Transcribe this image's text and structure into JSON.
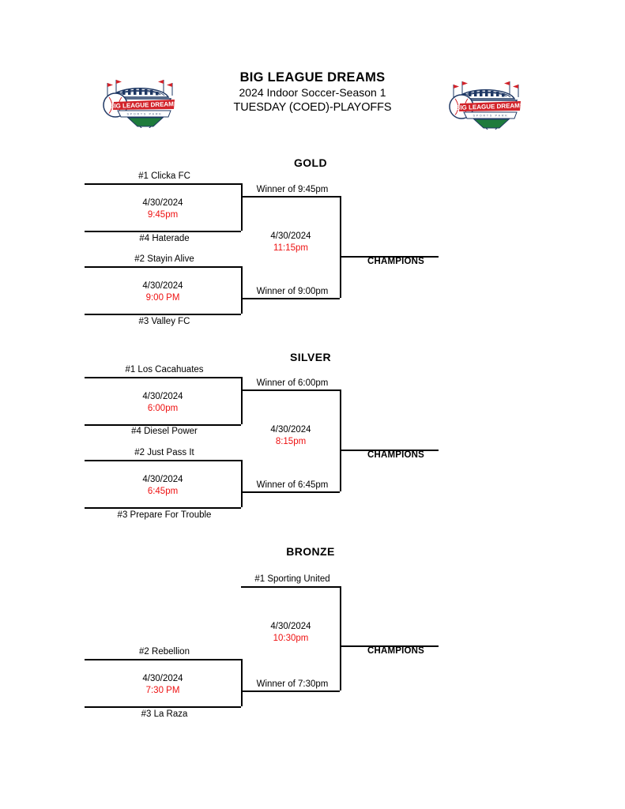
{
  "document": {
    "org": "BIG LEAGUE DREAMS",
    "season": "2024 Indoor Soccer-Season 1",
    "event": "TUESDAY (COED)-PLAYOFFS",
    "logo_text": "BIG LEAGUE DREAMS",
    "logo_subtext": "SPORTS PARK"
  },
  "colors": {
    "time_red": "#ee1111",
    "line_black": "#000000",
    "logo_navy": "#1f3864",
    "logo_red": "#d2232a",
    "logo_green": "#1e7b3c"
  },
  "brackets": [
    {
      "title": "GOLD",
      "champions_label": "CHAMPIONS",
      "seeds": [
        {
          "label": "#1 Clicka FC"
        },
        {
          "label": "#4 Haterade"
        },
        {
          "label": "#2 Stayin Alive"
        },
        {
          "label": "#3 Valley FC"
        }
      ],
      "games": [
        {
          "date": "4/30/2024",
          "time": "9:45pm"
        },
        {
          "date": "4/30/2024",
          "time": "9:00 PM"
        },
        {
          "date": "4/30/2024",
          "time": "11:15pm"
        }
      ],
      "winners": [
        {
          "label": "Winner of 9:45pm"
        },
        {
          "label": "Winner of 9:00pm"
        }
      ]
    },
    {
      "title": "SILVER",
      "champions_label": "CHAMPIONS",
      "seeds": [
        {
          "label": "#1 Los Cacahuates"
        },
        {
          "label": "#4 Diesel Power"
        },
        {
          "label": "#2 Just Pass It"
        },
        {
          "label": "#3 Prepare For Trouble"
        }
      ],
      "games": [
        {
          "date": "4/30/2024",
          "time": "6:00pm"
        },
        {
          "date": "4/30/2024",
          "time": "6:45pm"
        },
        {
          "date": "4/30/2024",
          "time": "8:15pm"
        }
      ],
      "winners": [
        {
          "label": "Winner of 6:00pm"
        },
        {
          "label": "Winner of 6:45pm"
        }
      ]
    },
    {
      "title": "BRONZE",
      "champions_label": "CHAMPIONS",
      "seeds": [
        {
          "label": "#1  Sporting United"
        },
        {
          "label": "#2 Rebellion"
        },
        {
          "label": "#3 La Raza"
        }
      ],
      "games": [
        {
          "date": "4/30/2024",
          "time": "7:30 PM"
        },
        {
          "date": "4/30/2024",
          "time": "10:30pm"
        }
      ],
      "winners": [
        {
          "label": "Winner of 7:30pm"
        }
      ]
    }
  ]
}
